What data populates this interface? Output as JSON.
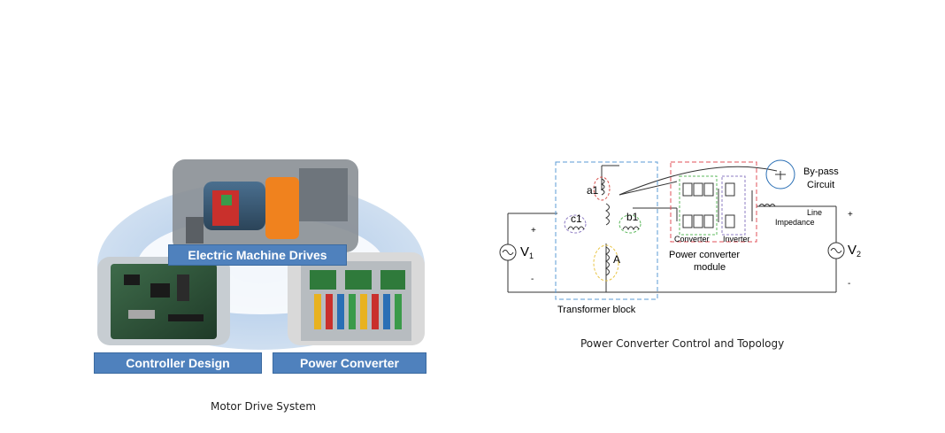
{
  "left_figure": {
    "labels": {
      "machine": "Electric Machine Drives",
      "controller": "Controller Design",
      "converter": "Power Converter"
    },
    "caption": "Motor Drive System"
  },
  "right_figure": {
    "v1": "V",
    "v1_sub": "1",
    "v2": "V",
    "v2_sub": "2",
    "plus": "+",
    "minus": "-",
    "a1": "a1",
    "b1": "b1",
    "c1": "c1",
    "big_a": "A",
    "bypass_line1": "By-pass",
    "bypass_line2": "Circuit",
    "line_imp_1": "Line",
    "line_imp_2": "Impedance",
    "converter": "Converter",
    "inverter": "Inverter",
    "pcm_line1": "Power converter",
    "pcm_line2": "module",
    "transformer": "Transformer block",
    "caption": "Power Converter Control and Topology"
  },
  "colors": {
    "label_blue": "#4f81bd",
    "ellipse_blue": "#8fb3d9",
    "transformer_box": "#5b9bd5",
    "converter_box": "#e0505a",
    "coil_red": "#d9534f",
    "coil_yellow": "#e8c547",
    "coil_green": "#5cb85c",
    "coil_purple": "#8e7cc3"
  }
}
